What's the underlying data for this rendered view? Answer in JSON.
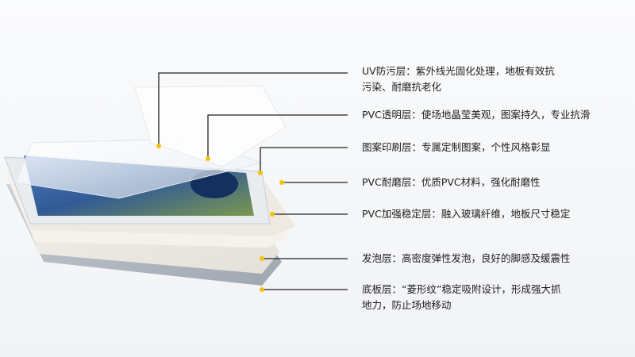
{
  "layers": [
    {
      "id": "uv",
      "text_lines": [
        "UV防污层：紫外线光固化处理，地板有效抗",
        "污染、耐磨抗老化"
      ]
    },
    {
      "id": "pvc-clear",
      "text_lines": [
        "PVC透明层：使场地晶莹美观，图案持久，专业抗滑"
      ]
    },
    {
      "id": "print",
      "text_lines": [
        "图案印刷层：专属定制图案，个性风格彰显"
      ]
    },
    {
      "id": "pvc-wear",
      "text_lines": [
        "PVC耐磨层：优质PVC材料，强化耐磨性"
      ]
    },
    {
      "id": "pvc-reinforce",
      "text_lines": [
        "PVC加强稳定层：融入玻璃纤维，地板尺寸稳定"
      ]
    },
    {
      "id": "foam",
      "text_lines": [
        "发泡层：高密度弹性发泡，良好的脚感及缓震性"
      ]
    },
    {
      "id": "base",
      "text_lines": [
        "底板层：“菱形纹”稳定吸附设计，形成强大抓",
        "地力，防止场地移动"
      ]
    }
  ],
  "colors": {
    "dot": "#f2c200",
    "line": "#222222",
    "print_blue": "#2d5fa6",
    "print_dark": "#14305e"
  }
}
